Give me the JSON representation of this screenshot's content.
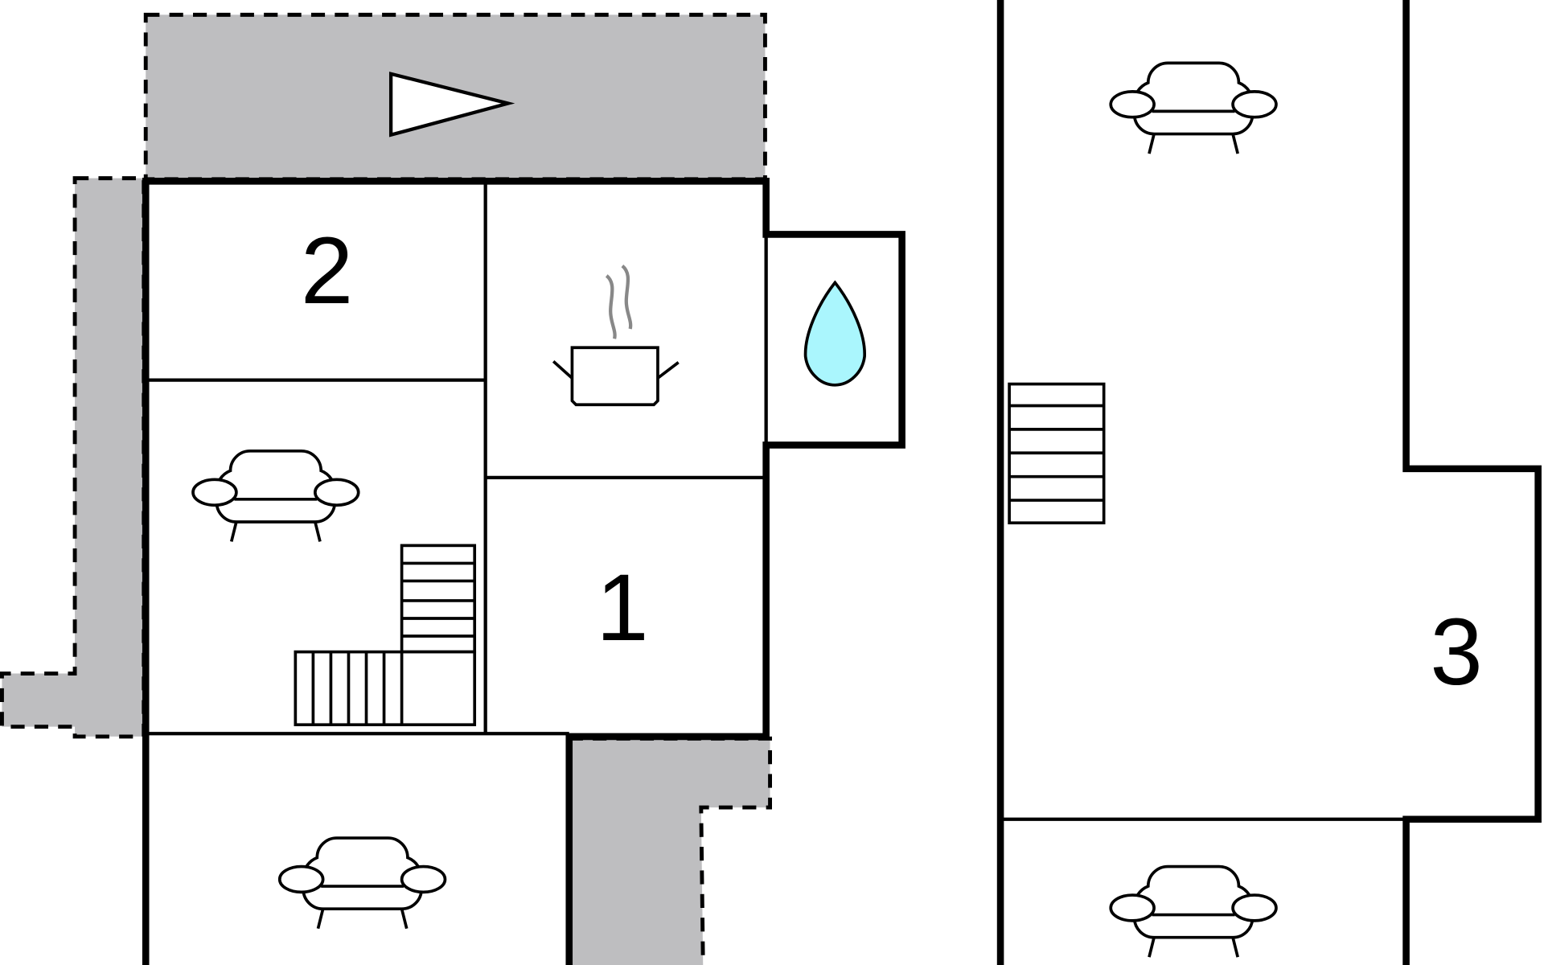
{
  "floor_plan": {
    "rooms": [
      {
        "label": "2"
      },
      {
        "label": "1"
      },
      {
        "label": "3"
      }
    ],
    "colors": {
      "terrace": "#bebec0",
      "water": "#aaf6fd",
      "steam": "#888888"
    },
    "icons": [
      "sofa-icon",
      "cooking-pot-icon",
      "water-drop-icon",
      "stairs-icon",
      "direction-triangle-icon"
    ]
  }
}
